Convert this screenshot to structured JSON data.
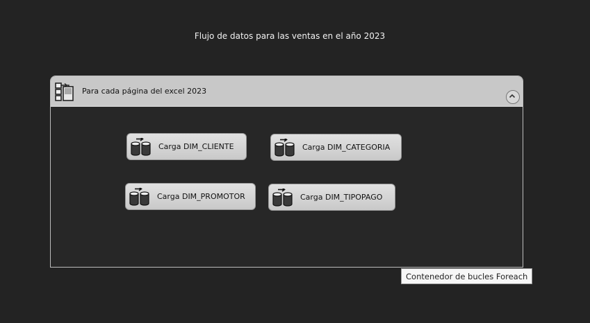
{
  "annotation": "Flujo de datos para las ventas en el año 2023",
  "container": {
    "title": "Para cada página del excel 2023",
    "icon": "foreach-loop-icon",
    "collapse_icon": "chevron-up-icon"
  },
  "tasks": [
    {
      "label": "Carga DIM_CLIENTE",
      "icon": "data-flow-task-icon"
    },
    {
      "label": "Carga DIM_CATEGORIA",
      "icon": "data-flow-task-icon"
    },
    {
      "label": "Carga DIM_PROMOTOR",
      "icon": "data-flow-task-icon"
    },
    {
      "label": "Carga DIM_TIPOPAGO",
      "icon": "data-flow-task-icon"
    }
  ],
  "tooltip": "Contenedor de bucles Foreach"
}
